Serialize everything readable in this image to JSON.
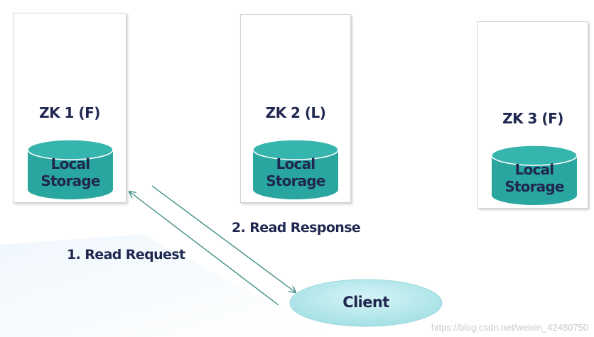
{
  "servers": [
    {
      "title": "ZK 1 (F)",
      "storage_line1": "Local",
      "storage_line2": "Storage"
    },
    {
      "title": "ZK 2 (L)",
      "storage_line1": "Local",
      "storage_line2": "Storage"
    },
    {
      "title": "ZK 3 (F)",
      "storage_line1": "Local",
      "storage_line2": "Storage"
    }
  ],
  "arrows": {
    "request_label": "1. Read Request",
    "response_label": "2. Read Response"
  },
  "client": {
    "label": "Client"
  },
  "watermark": "https://blog.csdn.net/weixin_42480750",
  "colors": {
    "text": "#1f2750",
    "storage_fill": "#2aa6a0",
    "storage_top": "#35b5ae",
    "arrow": "#3f8f86",
    "client_fill": "#b9ebee",
    "background_tint": "#eaf4fb"
  }
}
